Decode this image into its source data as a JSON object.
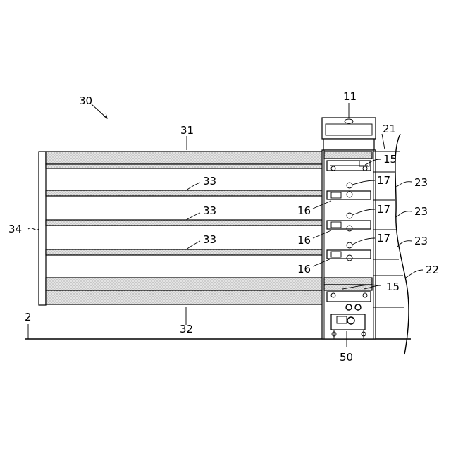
{
  "labels": {
    "ref_30": "30",
    "ref_31": "31",
    "ref_32": "32",
    "ref_33_a": "33",
    "ref_33_b": "33",
    "ref_33_c": "33",
    "ref_34": "34",
    "ref_2": "2",
    "ref_11": "11",
    "ref_21": "21",
    "ref_15_top": "15",
    "ref_15_bottom": "15",
    "ref_17_a": "17",
    "ref_17_b": "17",
    "ref_17_c": "17",
    "ref_23_a": "23",
    "ref_23_b": "23",
    "ref_23_c": "23",
    "ref_16_a": "16",
    "ref_16_b": "16",
    "ref_16_c": "16",
    "ref_22": "22",
    "ref_50": "50"
  }
}
